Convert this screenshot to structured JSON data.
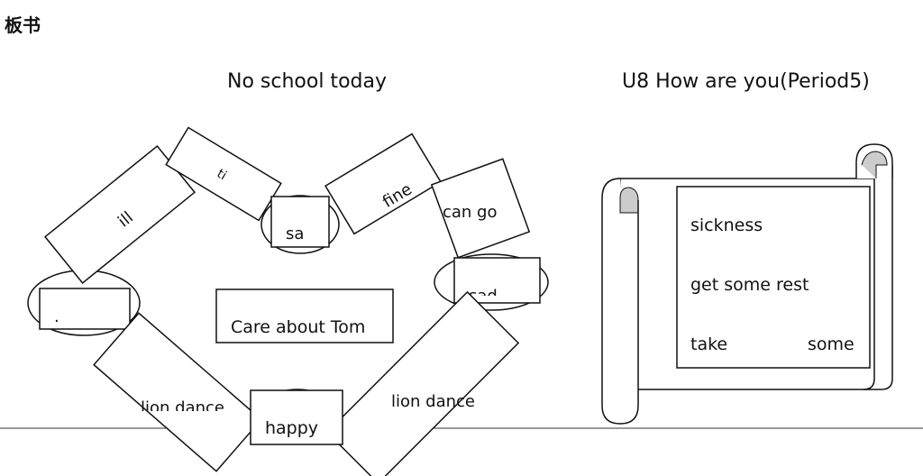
{
  "heading": "板书",
  "left_title": "No school today",
  "right_title": "U8 How are you(Period5)",
  "center_box": "Care about Tom",
  "cards": {
    "ill": "ill",
    "tired": "ti",
    "sad_top": "sa",
    "fine": "fine",
    "can_go": "can go",
    "sad_right": "sad",
    "left_oval": ".",
    "lion_dance_left": "lion dance",
    "happy": "happy",
    "lion_dance_right": "lion dance"
  },
  "scroll": {
    "line1": "sickness",
    "line2": "get some rest",
    "line3_a": "take",
    "line3_b": "some"
  }
}
